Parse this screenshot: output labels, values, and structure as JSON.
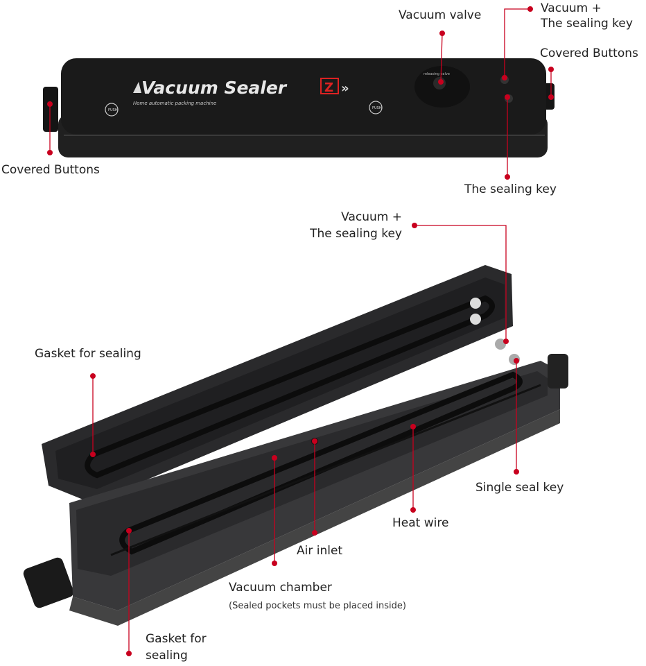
{
  "device_top": {
    "brand": "Vacuum Sealer",
    "brand_badge": "Z",
    "tagline": "Home automatic packing machine",
    "push_label": "PUSH",
    "valve_label": "releasing valve"
  },
  "labels": {
    "vacuum_valve": "Vacuum valve",
    "vacuum_sealing_top_1": "Vacuum +",
    "vacuum_sealing_top_2": "The sealing key",
    "covered_buttons_right": "Covered Buttons",
    "covered_buttons_left": "Covered Buttons",
    "sealing_key": "The sealing key",
    "vacuum_sealing_mid_1": "Vacuum +",
    "vacuum_sealing_mid_2": "The sealing key",
    "gasket_upper": "Gasket for sealing",
    "single_seal_key": "Single seal key",
    "heat_wire": "Heat wire",
    "air_inlet": "Air inlet",
    "vacuum_chamber": "Vacuum chamber",
    "vacuum_chamber_note": "(Sealed pockets must be placed inside)",
    "gasket_lower_1": "Gasket for",
    "gasket_lower_2": "sealing"
  },
  "colors": {
    "callout": "#c8001e",
    "device": "#1c1c1c"
  }
}
